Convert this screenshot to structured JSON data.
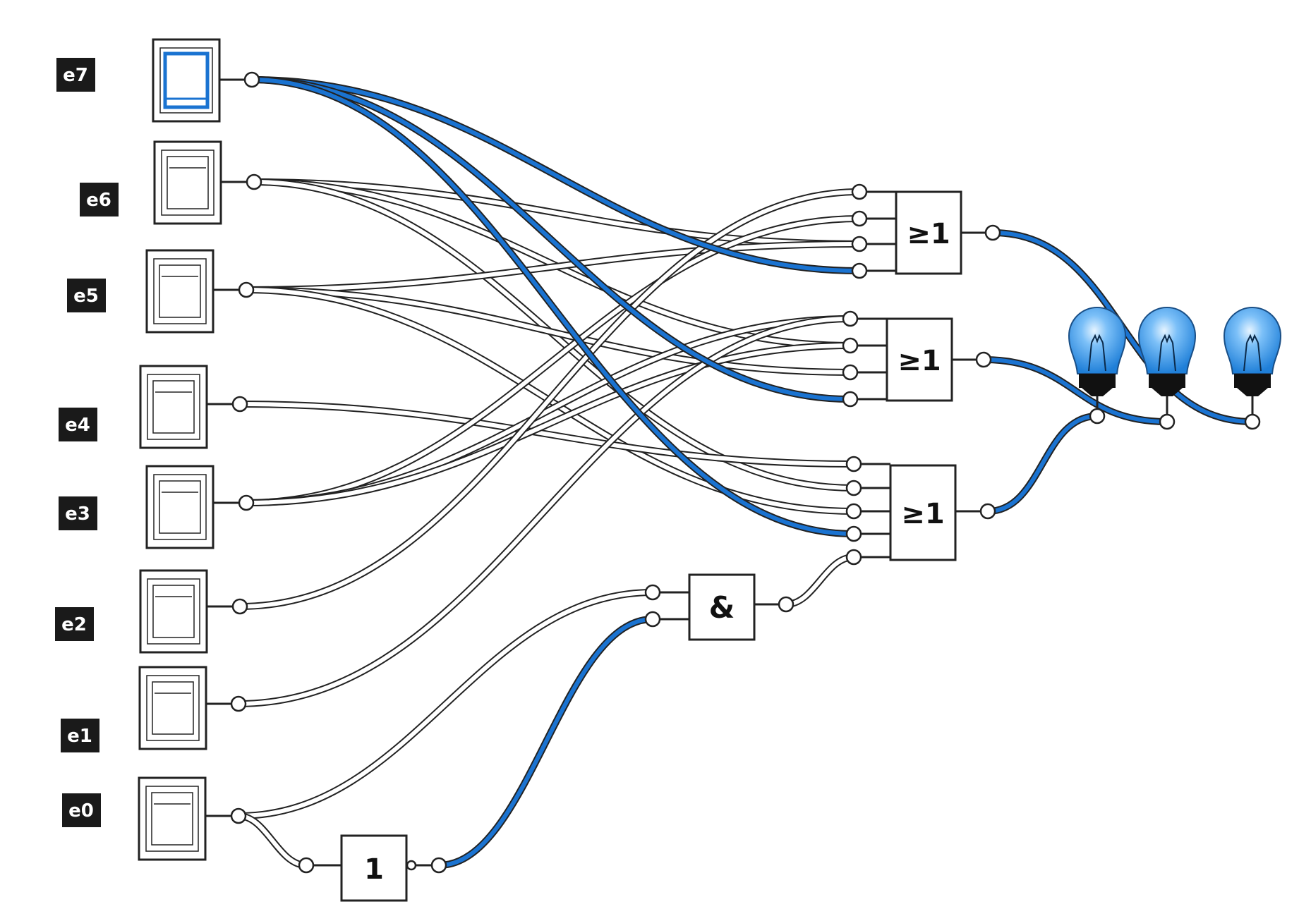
{
  "colors": {
    "active_wire": "#1a73d1",
    "inactive_wire": "#ffffff",
    "wire_outline": "#222222",
    "label_bg": "#1a1a1a",
    "label_text": "#ffffff",
    "bulb_glass": "#4aa0f0",
    "bulb_highlight": "#dff0ff",
    "bulb_base": "#111111",
    "switch_on": "#1a73d1"
  },
  "switches": [
    {
      "id": "e7",
      "label": "e7",
      "on": true
    },
    {
      "id": "e6",
      "label": "e6",
      "on": false
    },
    {
      "id": "e5",
      "label": "e5",
      "on": false
    },
    {
      "id": "e4",
      "label": "e4",
      "on": false
    },
    {
      "id": "e3",
      "label": "e3",
      "on": false
    },
    {
      "id": "e2",
      "label": "e2",
      "on": false
    },
    {
      "id": "e1",
      "label": "e1",
      "on": false
    },
    {
      "id": "e0",
      "label": "e0",
      "on": false
    }
  ],
  "gates": {
    "or_top": {
      "symbol": "≥1",
      "type": "or",
      "inputs": 4
    },
    "or_mid": {
      "symbol": "≥1",
      "type": "or",
      "inputs": 4
    },
    "or_bot": {
      "symbol": "≥1",
      "type": "or",
      "inputs": 5
    },
    "and": {
      "symbol": "&",
      "type": "and",
      "inputs": 2
    },
    "not": {
      "symbol": "1",
      "type": "not",
      "inputs": 1
    }
  },
  "lamps": [
    {
      "id": "lamp-1",
      "lit": true
    },
    {
      "id": "lamp-2",
      "lit": true
    },
    {
      "id": "lamp-3",
      "lit": true
    }
  ]
}
